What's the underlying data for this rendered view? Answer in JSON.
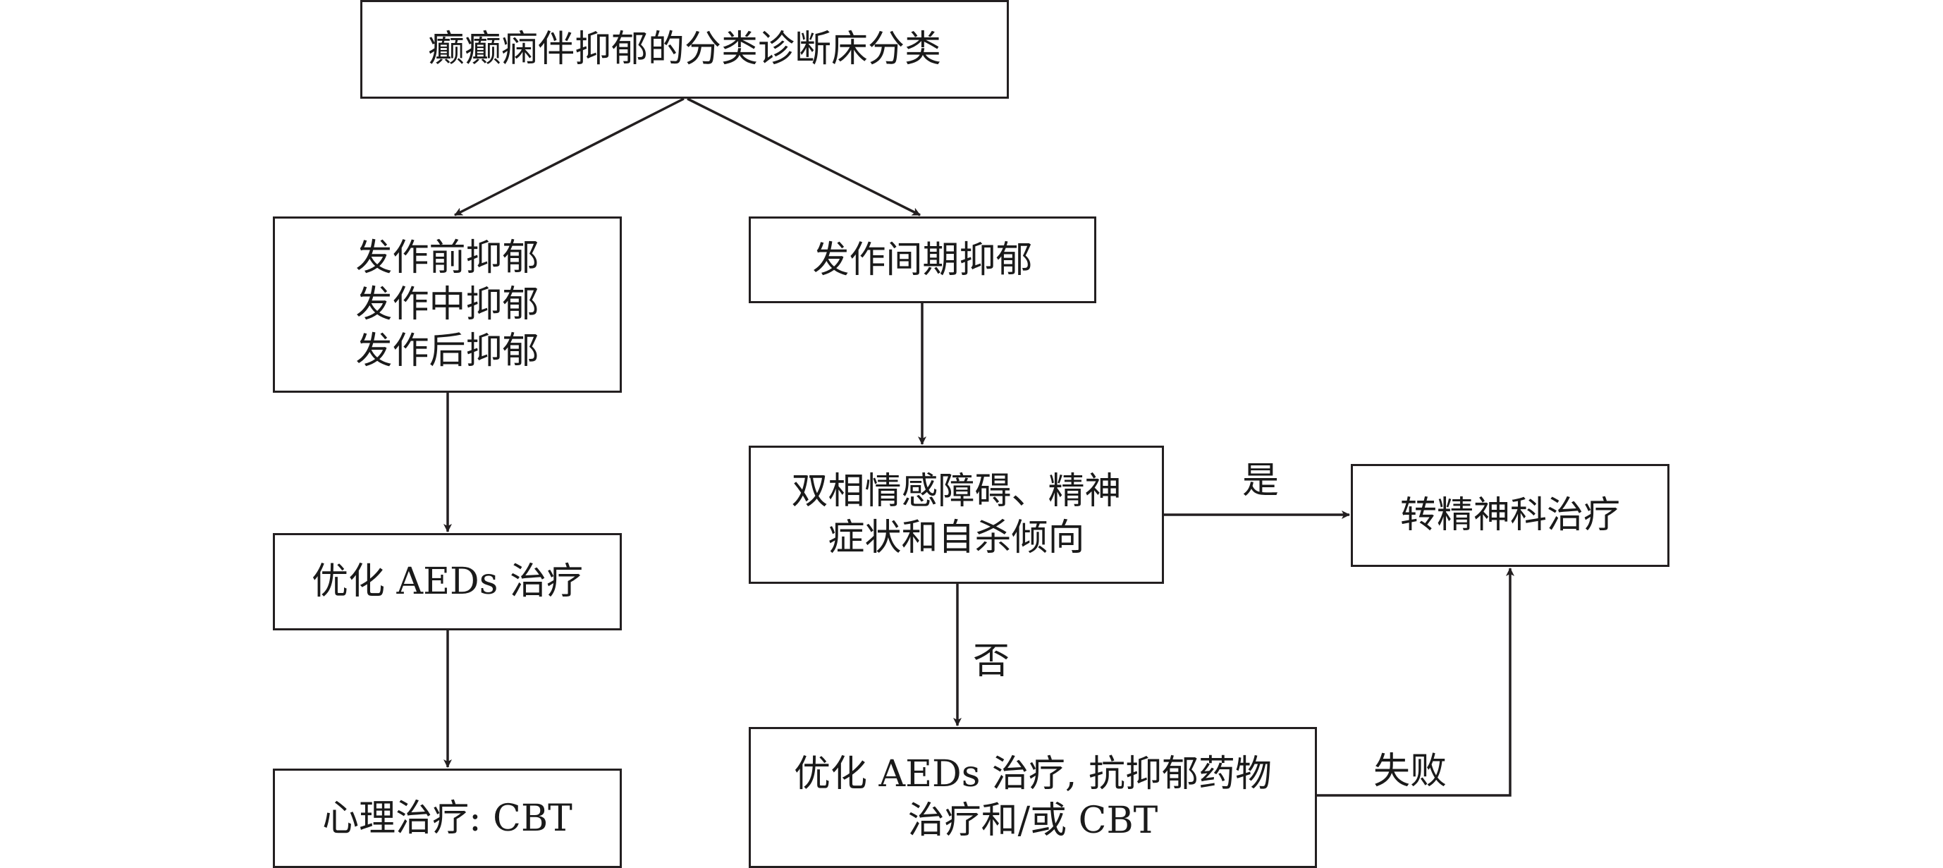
{
  "nodes": {
    "root": "癫癫痫伴抑郁的分类诊断床分类",
    "peri_ictal": [
      "发作前抑郁",
      "发作中抑郁",
      "发作后抑郁"
    ],
    "interictal": "发作间期抑郁",
    "optimize_aeds": "优化 AEDs 治疗",
    "psychotherapy": "心理治疗: CBT",
    "screening": [
      "双相情感障碍、精神",
      "症状和自杀倾向"
    ],
    "psychiatry": "转精神科治疗",
    "combined_treatment": [
      "优化 AEDs 治疗, 抗抑郁药物",
      "治疗和/或 CBT"
    ]
  },
  "edges": {
    "yes": "是",
    "no": "否",
    "failure": "失败"
  }
}
